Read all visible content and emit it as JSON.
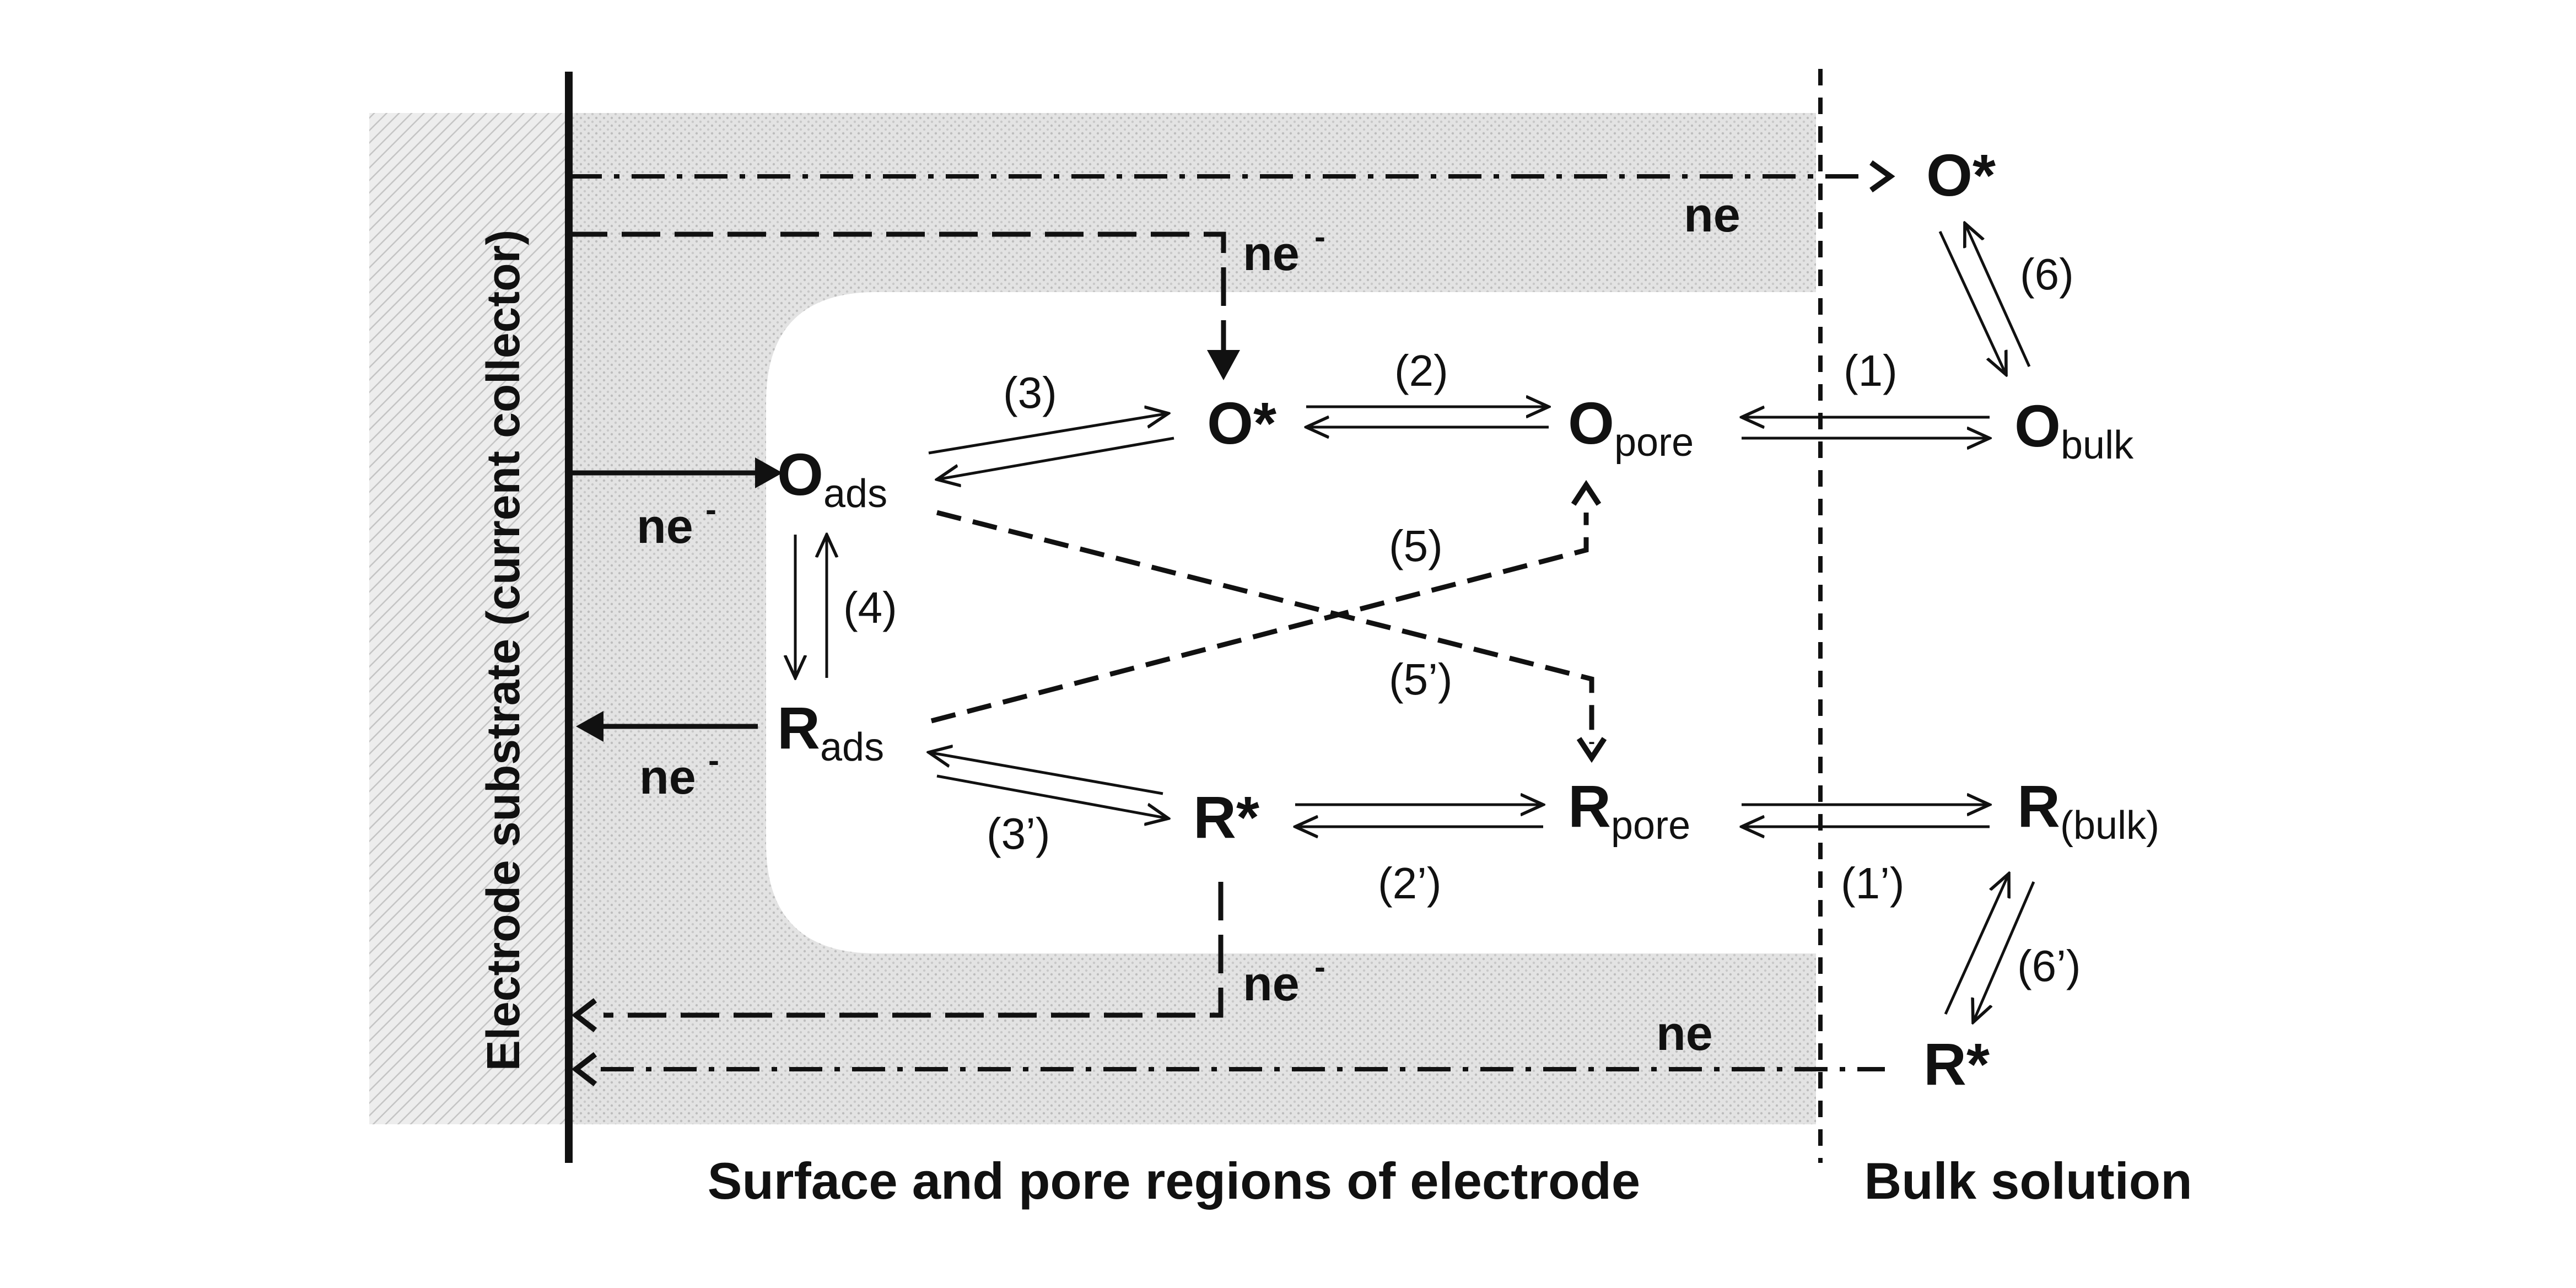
{
  "diagram": {
    "vertical_label": "Electrode substrate (current collector)",
    "region_labels": {
      "surface_pore": "Surface and pore regions of electrode",
      "bulk": "Bulk solution"
    },
    "species": {
      "O_star_bulk": "O*",
      "O_star": "O*",
      "O_ads": {
        "main": "O",
        "sub": "ads"
      },
      "O_pore": {
        "main": "O",
        "sub": "pore"
      },
      "O_bulk": {
        "main": "O",
        "sub": "bulk"
      },
      "R_ads": {
        "main": "R",
        "sub": "ads"
      },
      "R_star": "R*",
      "R_pore": {
        "main": "R",
        "sub": "pore"
      },
      "R_bulk": {
        "main": "R",
        "sub": "(bulk)"
      },
      "R_star_bulk": "R*"
    },
    "electron_labels": {
      "top_ne": "ne",
      "top_ne_minus": "ne",
      "left_upper_ne_minus": "ne",
      "left_lower_ne_minus": "ne",
      "bottom_ne_minus": "ne",
      "bottom_ne": "ne",
      "minus_sign": "-"
    },
    "steps": {
      "s1": "(1)",
      "s1p": "(1’)",
      "s2": "(2)",
      "s2p": "(2’)",
      "s3": "(3)",
      "s3p": "(3’)",
      "s4": "(4)",
      "s5": "(5)",
      "s5p": "(5’)",
      "s6": "(6)",
      "s6p": "(6’)"
    },
    "colors": {
      "stroke": "#111111",
      "shaded_region": "#dcdcdc",
      "background": "#ffffff"
    }
  }
}
